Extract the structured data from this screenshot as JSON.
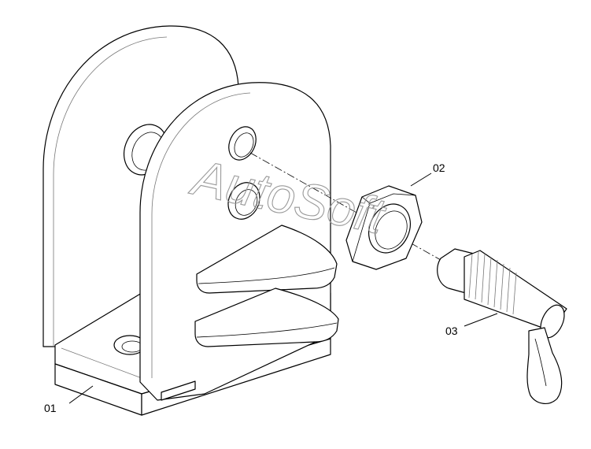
{
  "watermark": "AutoSoft",
  "colors": {
    "line": "#000000",
    "background": "#ffffff",
    "watermark": "#9a9a9a"
  },
  "parts": [
    {
      "id": "01",
      "label": "01"
    },
    {
      "id": "02",
      "label": "02"
    },
    {
      "id": "03",
      "label": "03"
    }
  ]
}
